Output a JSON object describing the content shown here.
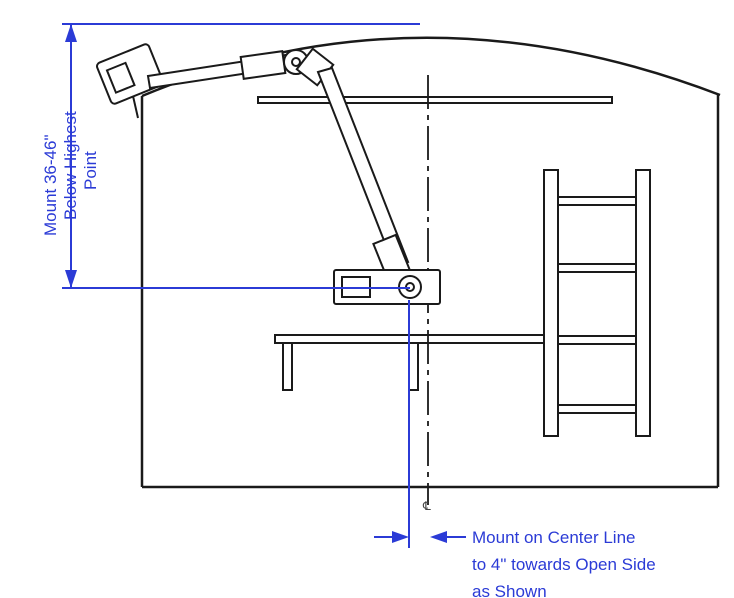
{
  "colors": {
    "line": "#1a1a1a",
    "dimension": "#2b3bd6",
    "background": "#ffffff"
  },
  "annotations": {
    "vertical_mount": [
      "Mount 36-46\"",
      "Below Highest",
      "Point"
    ],
    "horizontal_mount": [
      "Mount on Center Line",
      "to 4\" towards Open Side",
      "as Shown"
    ],
    "centerline_symbol": "℄"
  }
}
